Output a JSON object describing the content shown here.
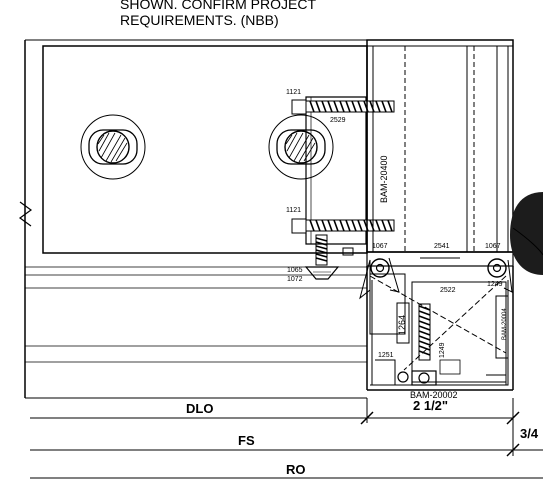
{
  "note": {
    "line1": "SHOWN. CONFIRM PROJECT",
    "line2": "REQUIREMENTS. (NBB)"
  },
  "parts": {
    "p1121_top": "1121",
    "p2529": "2529",
    "p1121_bottom": "1121",
    "bam20400": "BAM-20400",
    "p1067": "1067",
    "p2541": "2541",
    "p1067_right": "1067",
    "p1065": "1065",
    "p1072": "1072",
    "p1249_top": "1249",
    "p2522": "2522",
    "p1264": "1264",
    "p1249_mid": "1249",
    "p1251": "1251",
    "bam20004": "BAM-20004",
    "bam20002": "BAM-20002"
  },
  "dimensions": {
    "dlo": "DLO",
    "fs": "FS",
    "ro": "RO",
    "two_half": "2 1/2\"",
    "three_quarter": "3/4"
  }
}
